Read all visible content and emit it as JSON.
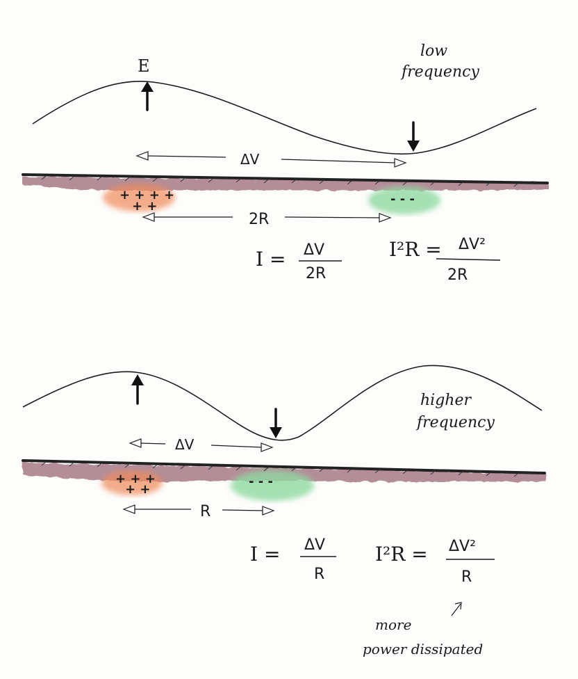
{
  "top": {
    "field_label": "E",
    "freq_line1": "low",
    "freq_line2": "frequency",
    "delta_v": "ΔV",
    "distance": "2R",
    "plus_signs": "+ + + +",
    "plus_signs_2": "+ +",
    "minus_signs": "- - -",
    "current_lhs": "I =",
    "current_num": "ΔV",
    "current_den": "2R",
    "power_lhs": "I²R =",
    "power_num": "ΔV²",
    "power_den": "2R"
  },
  "bottom": {
    "freq_line1": "higher",
    "freq_line2": "frequency",
    "delta_v": "ΔV",
    "distance": "R",
    "plus_signs": "+ + +",
    "plus_signs_2": "+ +",
    "minus_signs": "- - -",
    "current_lhs": "I =",
    "current_num": "ΔV",
    "current_den": "R",
    "power_lhs": "I²R =",
    "power_num": "ΔV²",
    "power_den": "R",
    "note_line1": "more",
    "note_line2": "power dissipated"
  },
  "colors": {
    "soil": "#9b6a78",
    "positive": "#f08a5a",
    "negative": "#8fd9a0"
  }
}
